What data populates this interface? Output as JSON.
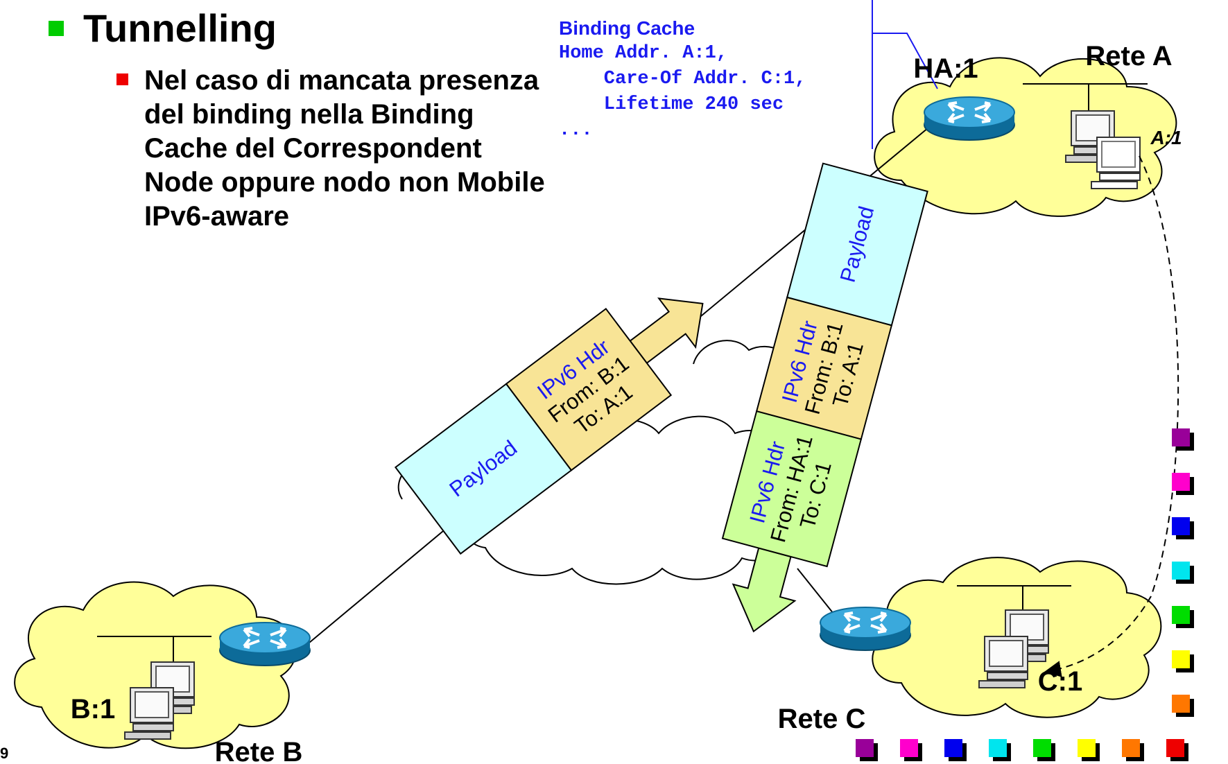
{
  "slide": {
    "title": "Tunnelling",
    "subtitle": "Nel caso di mancata presenza del binding nella Binding Cache del Correspondent Node oppure nodo non Mobile IPv6-aware",
    "page_number": "9"
  },
  "binding_cache": {
    "title": "Binding Cache",
    "line1": "Home Addr. A:1,",
    "line2": "    Care-Of Addr. C:1,",
    "line3": "    Lifetime 240 sec",
    "line4": "..."
  },
  "labels": {
    "ha": "HA:1",
    "rete_a": "Rete A",
    "a1": "A:1",
    "b1": "B:1",
    "rete_b": "Rete B",
    "c1": "C:1",
    "rete_c": "Rete C"
  },
  "packet_left": {
    "payload": "Payload",
    "hdr_title": "IPv6 Hdr",
    "hdr_from": "From: B:1",
    "hdr_to": "To: A:1"
  },
  "packet_right": {
    "payload": "Payload",
    "inner_title": "IPv6 Hdr",
    "inner_from": "From: B:1",
    "inner_to": "To: A:1",
    "outer_title": "IPv6 Hdr",
    "outer_from": "From: HA:1",
    "outer_to": "To: C:1"
  },
  "colors": {
    "cloud": "#ffff99",
    "payload": "#ccffff",
    "header": "#f8e496",
    "tunnel_header": "#ccff99",
    "router": "#1e8fc4",
    "label_blue": "#1a1af0",
    "palette": [
      "#990099",
      "#ff00cc",
      "#0000ee",
      "#00e5ee",
      "#00dd00",
      "#ffff00",
      "#ff7700",
      "#ee0000"
    ]
  }
}
